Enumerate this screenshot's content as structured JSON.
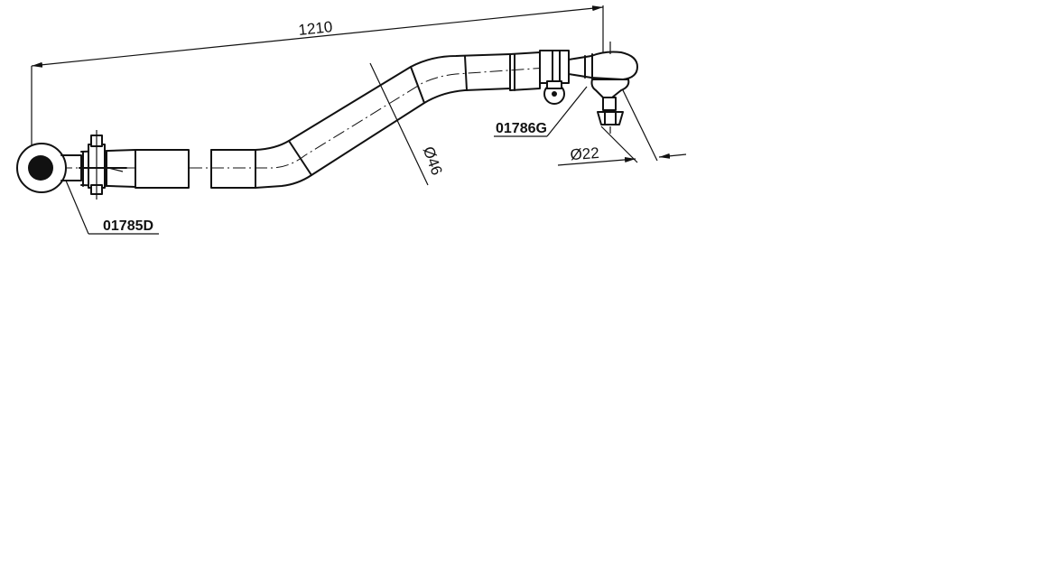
{
  "dimensions": {
    "overall_length": "1210",
    "tube_diameter": "Ø46",
    "ball_diameter": "Ø22"
  },
  "parts": {
    "left_end": "01785D",
    "right_end": "01786G"
  }
}
